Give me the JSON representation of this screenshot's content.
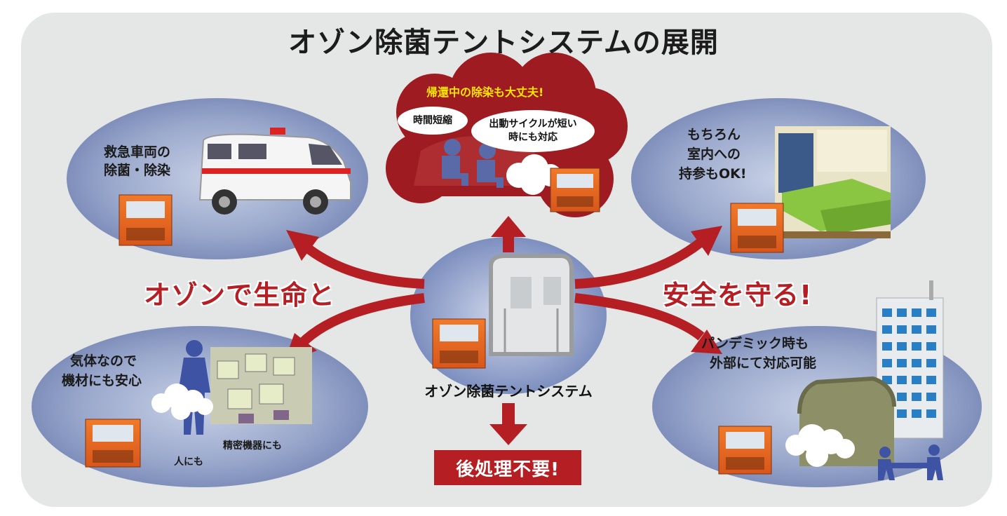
{
  "title": "オゾン除菌テントシステムの展開",
  "slogan_left": "オゾンで生命と",
  "slogan_right": "安全を守る!",
  "center_label": "オゾン除菌テントシステム",
  "bottom_box": "後処理不要!",
  "top_cloud": {
    "header": "帰還中の除染も大丈夫!",
    "bubble1": "時間短縮",
    "bubble2_line1": "出動サイクルが短い",
    "bubble2_line2": "時にも対応"
  },
  "top_left": {
    "line1": "救急車両の",
    "line2": "除菌・除染"
  },
  "top_right": {
    "line1": "もちろん",
    "line2": "室内への",
    "line3": "持参もOK!"
  },
  "bottom_left": {
    "line1": "気体なので",
    "line2": "機材にも安心",
    "note_machine": "精密機器にも",
    "note_person": "人にも"
  },
  "bottom_right": {
    "line1": "パンデミック時も",
    "line2": "外部にて対応可能"
  },
  "colors": {
    "accent_red": "#b51f24",
    "ellipse_blue": "#8f9ec4",
    "device_orange": "#e8621e",
    "cloud_red": "#9e1b21"
  }
}
